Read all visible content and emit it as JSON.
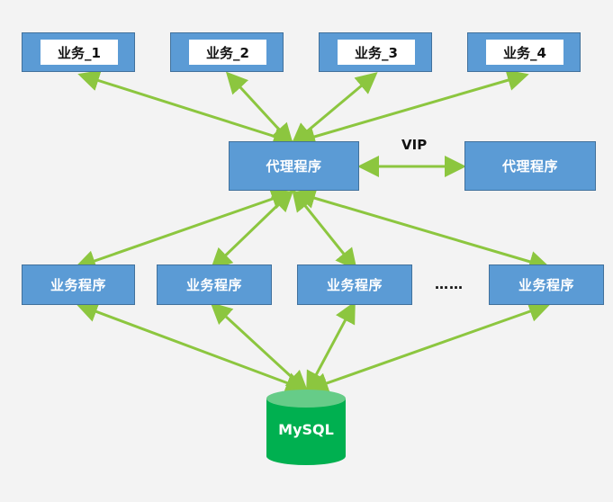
{
  "business": [
    {
      "label": "业务_1"
    },
    {
      "label": "业务_2"
    },
    {
      "label": "业务_3"
    },
    {
      "label": "业务_4"
    }
  ],
  "proxy": {
    "main_label": "代理程序",
    "backup_label": "代理程序",
    "vip_label": "VIP"
  },
  "programs": [
    {
      "label": "业务程序"
    },
    {
      "label": "业务程序"
    },
    {
      "label": "业务程序"
    },
    {
      "label": "业务程序"
    }
  ],
  "ellipsis": "……",
  "database": {
    "label": "MySQL"
  },
  "colors": {
    "box_fill": "#5b9bd5",
    "box_border": "#41719c",
    "arrow": "#8cc63f",
    "db_body": "#00b050",
    "db_top": "#66cc88",
    "background": "#f3f3f3"
  }
}
